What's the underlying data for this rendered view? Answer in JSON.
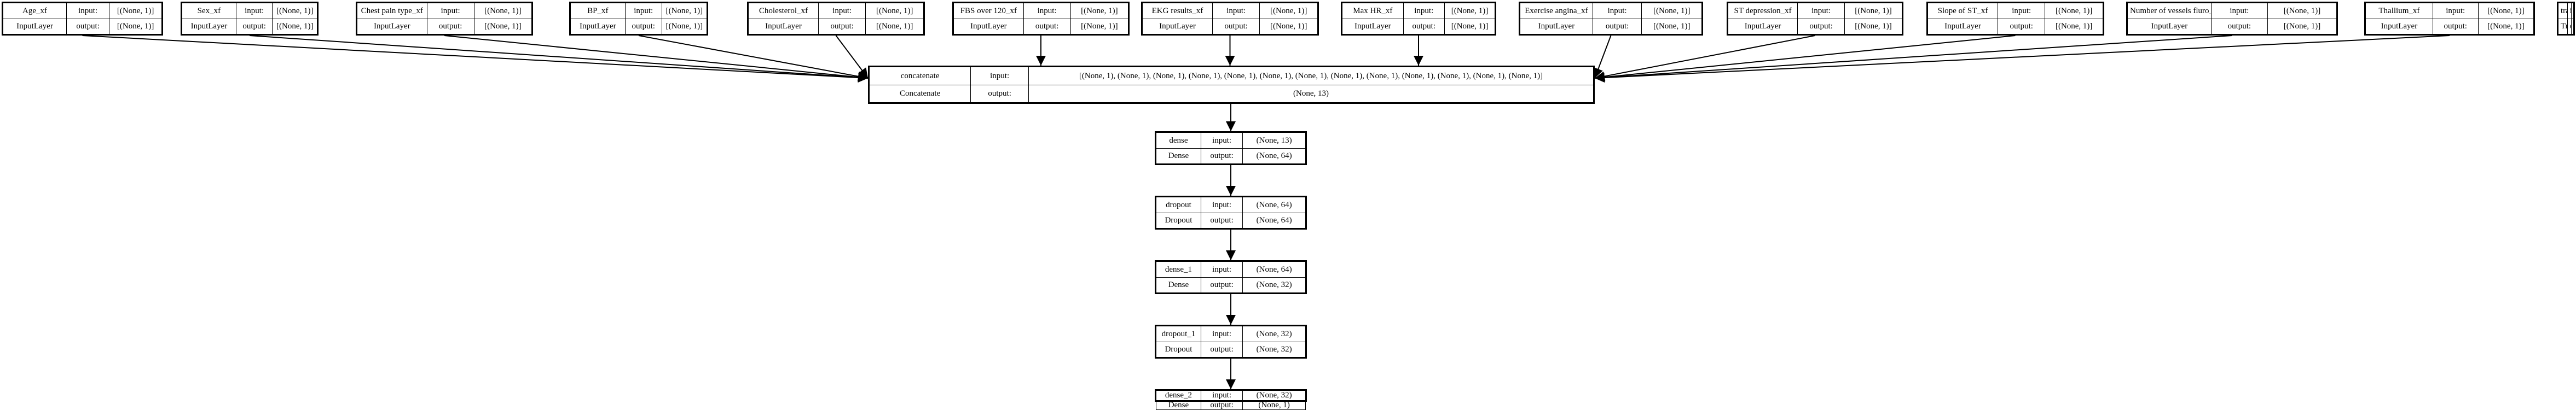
{
  "labels": {
    "input": "input:",
    "output": "output:"
  },
  "inputs": [
    {
      "name": "Age_xf",
      "type": "InputLayer",
      "in": "[(None, 1)]",
      "out": "[(None, 1)]"
    },
    {
      "name": "Sex_xf",
      "type": "InputLayer",
      "in": "[(None, 1)]",
      "out": "[(None, 1)]"
    },
    {
      "name": "Chest pain type_xf",
      "type": "InputLayer",
      "in": "[(None, 1)]",
      "out": "[(None, 1)]"
    },
    {
      "name": "BP_xf",
      "type": "InputLayer",
      "in": "[(None, 1)]",
      "out": "[(None, 1)]"
    },
    {
      "name": "Cholesterol_xf",
      "type": "InputLayer",
      "in": "[(None, 1)]",
      "out": "[(None, 1)]"
    },
    {
      "name": "FBS over 120_xf",
      "type": "InputLayer",
      "in": "[(None, 1)]",
      "out": "[(None, 1)]"
    },
    {
      "name": "EKG results_xf",
      "type": "InputLayer",
      "in": "[(None, 1)]",
      "out": "[(None, 1)]"
    },
    {
      "name": "Max HR_xf",
      "type": "InputLayer",
      "in": "[(None, 1)]",
      "out": "[(None, 1)]"
    },
    {
      "name": "Exercise angina_xf",
      "type": "InputLayer",
      "in": "[(None, 1)]",
      "out": "[(None, 1)]"
    },
    {
      "name": "ST depression_xf",
      "type": "InputLayer",
      "in": "[(None, 1)]",
      "out": "[(None, 1)]"
    },
    {
      "name": "Slope of ST_xf",
      "type": "InputLayer",
      "in": "[(None, 1)]",
      "out": "[(None, 1)]"
    },
    {
      "name": "Number of vessels fluro_xf",
      "type": "InputLayer",
      "in": "[(None, 1)]",
      "out": "[(None, 1)]"
    },
    {
      "name": "Thallium_xf",
      "type": "InputLayer",
      "in": "[(None, 1)]",
      "out": "[(None, 1)]"
    },
    {
      "name": "transform_features_layer",
      "type": "TransformFeaturesLayer",
      "in": "?",
      "out": "?"
    }
  ],
  "concat": {
    "name": "concatenate",
    "type": "Concatenate",
    "in": "[(None, 1), (None, 1), (None, 1), (None, 1), (None, 1), (None, 1), (None, 1), (None, 1), (None, 1), (None, 1), (None, 1), (None, 1), (None, 1)]",
    "out": "(None, 13)"
  },
  "chain": [
    {
      "name": "dense",
      "type": "Dense",
      "in": "(None, 13)",
      "out": "(None, 64)"
    },
    {
      "name": "dropout",
      "type": "Dropout",
      "in": "(None, 64)",
      "out": "(None, 64)"
    },
    {
      "name": "dense_1",
      "type": "Dense",
      "in": "(None, 64)",
      "out": "(None, 32)"
    },
    {
      "name": "dropout_1",
      "type": "Dropout",
      "in": "(None, 32)",
      "out": "(None, 32)"
    },
    {
      "name": "dense_2",
      "type": "Dense",
      "in": "(None, 32)",
      "out": "(None, 1)"
    }
  ]
}
